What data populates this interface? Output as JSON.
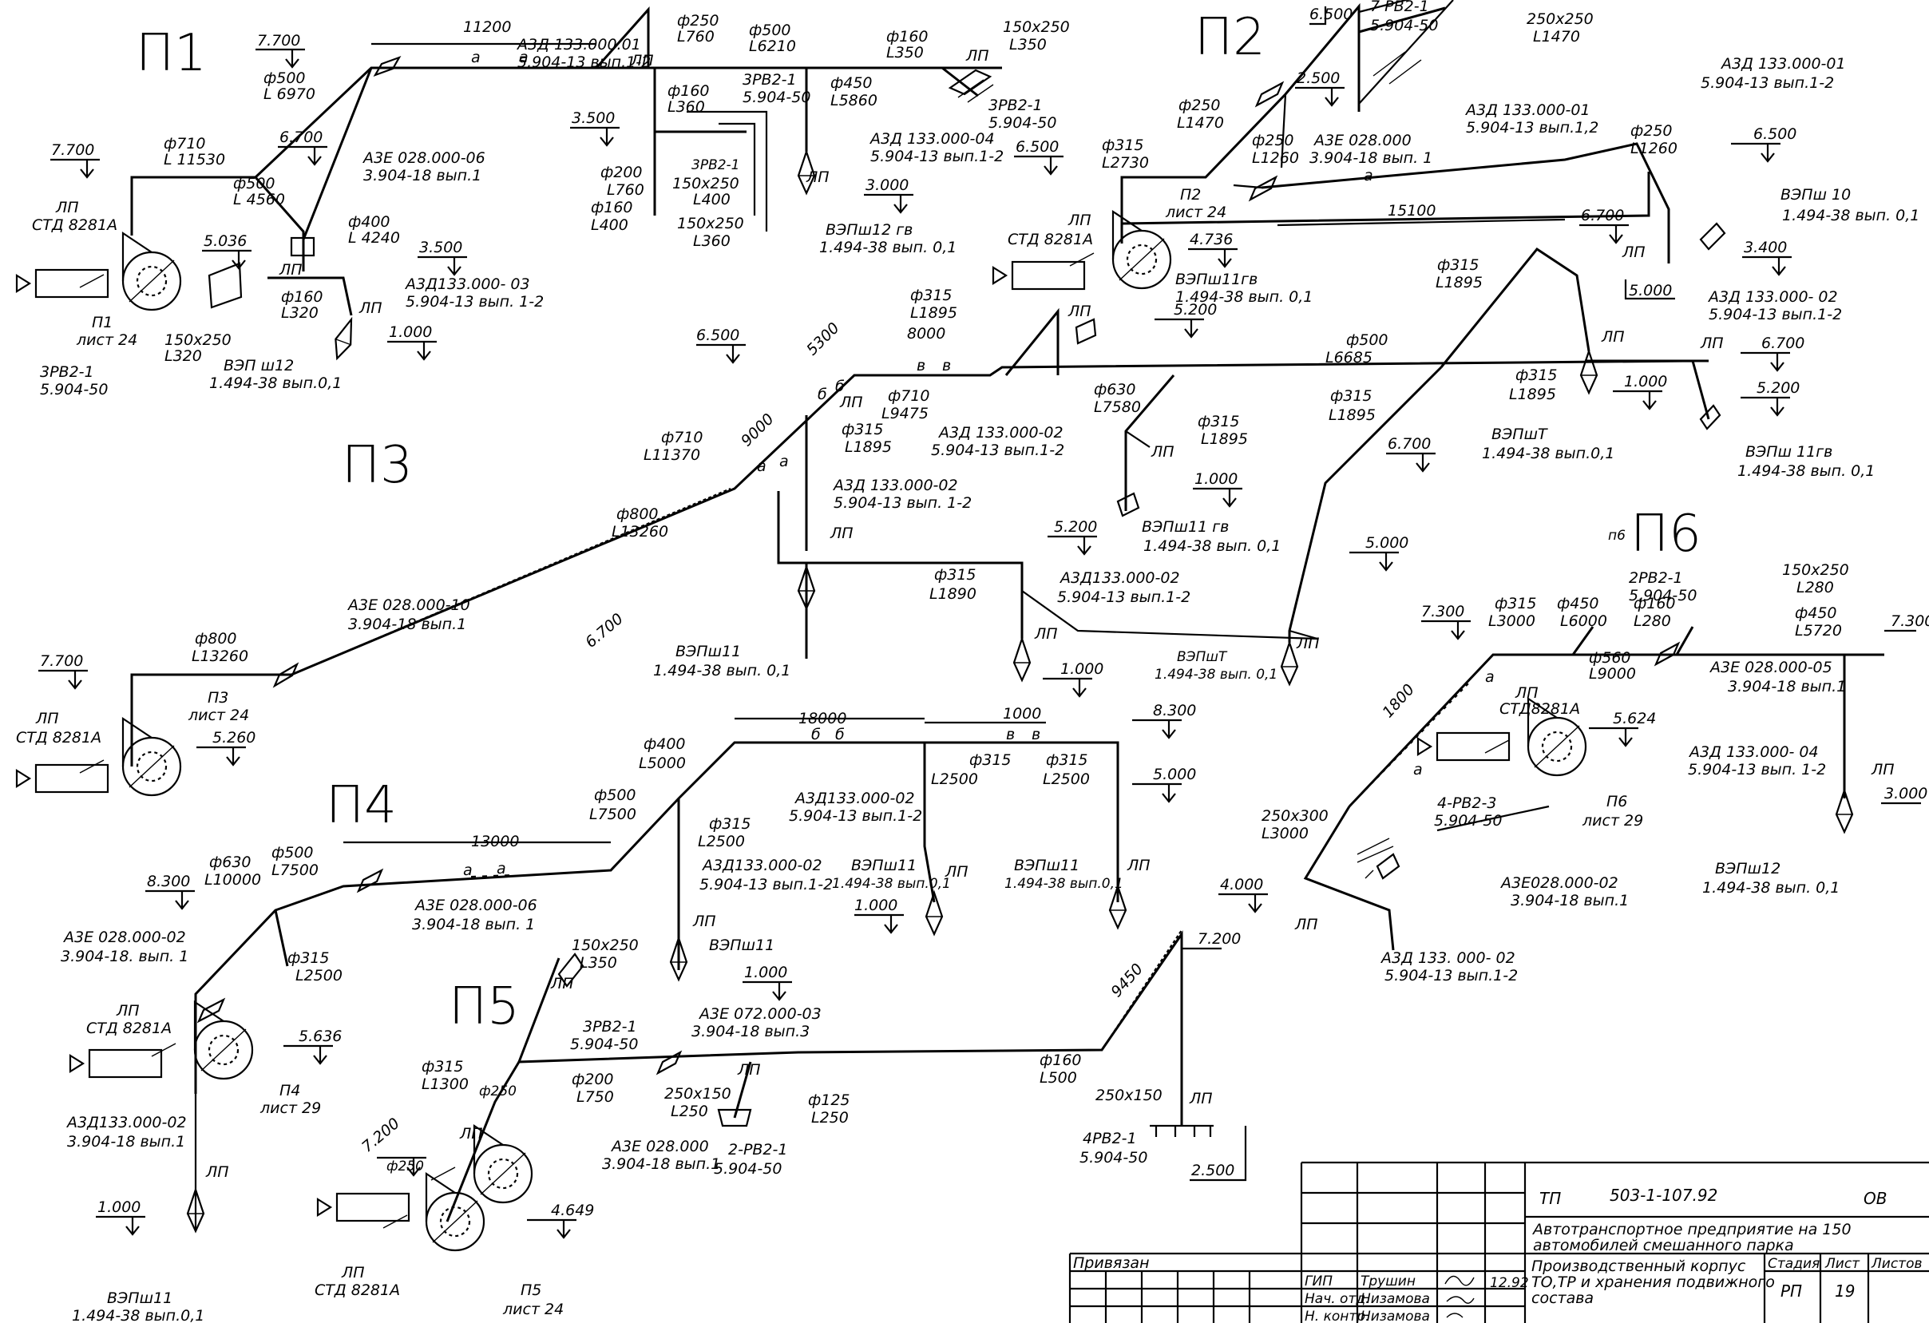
{
  "systems": [
    {
      "id": "p1",
      "label": "П1"
    },
    {
      "id": "p2",
      "label": "П2"
    },
    {
      "id": "p3",
      "label": "П3"
    },
    {
      "id": "p4",
      "label": "П4"
    },
    {
      "id": "p5",
      "label": "П5"
    },
    {
      "id": "p6",
      "label": "П6"
    }
  ],
  "p1": {
    "elev": [
      "7.700",
      "7.700",
      "6.700",
      "3.500",
      "1.000",
      "5.036"
    ],
    "dim_11200": "11200",
    "dim_a": [
      "a",
      "a"
    ],
    "fan_lp": "ЛП",
    "fan_motor": "СТД 8281А",
    "fan_id": "П1",
    "fan_sheet": "лист 24",
    "pipes": [
      {
        "d": "ф710",
        "l": "L 11530"
      },
      {
        "d": "ф500",
        "l": "L 6970"
      },
      {
        "d": "ф500",
        "l": "L 4560"
      },
      {
        "d": "ф400",
        "l": "L 4240"
      },
      {
        "d": "ф160",
        "l": "L320"
      },
      {
        "d": "150х250",
        "l": "L320"
      }
    ],
    "valve": {
      "id": "А3Е 028.000-06",
      "doc": "3.904-18 вып.1"
    },
    "a3d": {
      "id": "А3Д133.000- 03",
      "doc": "5.904-13 вып. 1-2"
    },
    "grille_3rv": {
      "id": "3РВ2-1",
      "doc": "5.904-50"
    },
    "grille_vep": {
      "id": "ВЭП ш12",
      "doc": "1.494-38 вып.0,1"
    },
    "lp": [
      "ЛП",
      "ЛП"
    ]
  },
  "p1b": {
    "pipes": [
      {
        "d": "ф250",
        "l": "L760"
      },
      {
        "d": "ф500",
        "l": "L6210"
      },
      {
        "d": "ф160",
        "l": "L350"
      },
      {
        "d": "150х250",
        "l": "L350"
      },
      {
        "d": "ф160",
        "l": "L360"
      },
      {
        "d": "ф450",
        "l": "L5860"
      },
      {
        "d": "ф200",
        "l": "L760"
      },
      {
        "d": "ф160",
        "l": "L400"
      },
      {
        "d": "150х250",
        "l": "L400"
      },
      {
        "d": "150х250",
        "l": "L360"
      }
    ],
    "a3d1": {
      "id": "А3Д 133.000.01",
      "doc": "5.904-13 вып.1-2"
    },
    "a3d2": {
      "id": "А3Д 133.000-04",
      "doc": "5.904-13 вып.1-2"
    },
    "grille_top": {
      "id": "3РВ2-1",
      "doc": "5.904-50"
    },
    "grille_right": {
      "id": "3РВ2-1",
      "doc": "5.904-50"
    },
    "grille_bottom": "3РВ2-1",
    "vep": {
      "id": "ВЭПш12 гв",
      "doc": "1.494-38 вып. 0,1"
    },
    "elev": [
      "3.500",
      "3.000",
      "6.500"
    ],
    "lp": [
      "ЛП",
      "ЛП",
      "ЛП"
    ]
  },
  "p2": {
    "elev": [
      "6.500",
      "2.500",
      "4.736",
      "5.200",
      "6.700",
      "5.000",
      "3.400",
      "6.500"
    ],
    "grille_top": {
      "id": "7 РВ2-1",
      "doc": "5.904-50"
    },
    "duct_top": {
      "d": "250х250",
      "l": "L1470"
    },
    "a3d_top": {
      "id": "А3Д 133.000-01",
      "doc": "5.904-13 вып.1-2"
    },
    "a3d_mid": {
      "id": "А3Д 133.000-01",
      "doc": "5.904-13 вып.1,2"
    },
    "pipes": [
      {
        "d": "ф250",
        "l": "L1470"
      },
      {
        "d": "ф315",
        "l": "L2730"
      },
      {
        "d": "ф250",
        "l": "L1260"
      },
      {
        "d": "ф250",
        "l": "L1260"
      }
    ],
    "valve": {
      "id": "А3Е 028.000",
      "doc": "3.904-18 вып. 1"
    },
    "dim_15100": "15100",
    "dim_a": "a",
    "fan_lp": "ЛП",
    "fan_motor": "СТД 8281А",
    "fan_id": "П2",
    "fan_sheet": "лист 24",
    "vep_gv": {
      "id": "ВЭПш11гв",
      "doc": "1.494-38 вып. 0,1"
    },
    "vep10": {
      "id": "ВЭПш 10",
      "doc": "1.494-38 вып. 0,1"
    },
    "lp": [
      "ЛП",
      "ЛП"
    ]
  },
  "p3": {
    "elev": [
      "6.500",
      "7.700",
      "5.260",
      "6.700",
      "1.000",
      "5.200",
      "6.700",
      "5.000",
      "6.700",
      "5.200",
      "1.000",
      "1.000"
    ],
    "dims": [
      "5300",
      "8000",
      "9000",
      "б",
      "б",
      "в",
      "в",
      "a",
      "a"
    ],
    "pipes": [
      {
        "d": "ф315",
        "l": "L1895"
      },
      {
        "d": "ф710",
        "l": "L11370"
      },
      {
        "d": "ф710",
        "l": "L9475"
      },
      {
        "d": "ф315",
        "l": "L1895"
      },
      {
        "d": "ф630",
        "l": "L7580"
      },
      {
        "d": "ф315",
        "l": "L1895"
      },
      {
        "d": "ф500",
        "l": "L6685"
      },
      {
        "d": "ф315",
        "l": "L1895"
      },
      {
        "d": "ф315",
        "l": "L1895"
      },
      {
        "d": "ф315",
        "l": "L1895"
      },
      {
        "d": "ф800",
        "l": "L13260"
      },
      {
        "d": "ф800",
        "l": "L13260"
      },
      {
        "d": "ф315",
        "l": "L1890"
      }
    ],
    "a3d_1": {
      "id": "А3Д 133.000-02",
      "doc": "5.904-13 вып.1-2"
    },
    "a3d_2": {
      "id": "А3Д 133.000-02",
      "doc": "5.904-13 вып. 1-2"
    },
    "a3d_3": {
      "id": "А3Д133.000-02",
      "doc": "5.904-13 вып.1-2"
    },
    "a3d_4": {
      "id": "А3Д 133.000- 02",
      "doc": "5.904-13 вып.1-2"
    },
    "valve": {
      "id": "А3Е 028.000-10",
      "doc": "3.904-18 вып.1"
    },
    "vep11": {
      "id": "ВЭПш11",
      "doc": "1.494-38 вып. 0,1"
    },
    "vep11gv": {
      "id": "ВЭПш11 гв",
      "doc": "1.494-38 вып. 0,1"
    },
    "vept1": {
      "id": "ВЭПшТ",
      "doc": "1.494-38 вып.0,1"
    },
    "vept2": {
      "id": "ВЭПшТ",
      "doc": "1.494-38 вып. 0,1"
    },
    "vep11gv2": {
      "id": "ВЭПш 11гв",
      "doc": "1.494-38 вып. 0,1"
    },
    "fan_lp": "ЛП",
    "fan_motor": "СТД 8281А",
    "fan_id": "П3",
    "fan_sheet": "лист 24",
    "lp": [
      "ЛП",
      "ЛП",
      "ЛП",
      "ЛП",
      "ЛП",
      "ЛП",
      "ЛП"
    ]
  },
  "p4": {
    "elev": [
      "8.300",
      "8.300",
      "5.000",
      "1.000",
      "1.000",
      "1.000",
      "5.636"
    ],
    "dims": [
      "13000",
      "18000",
      "1000",
      "a",
      "a",
      "б",
      "б",
      "в",
      "в"
    ],
    "pipes": [
      {
        "d": "ф630",
        "l": "L10000"
      },
      {
        "d": "ф500",
        "l": "L7500"
      },
      {
        "d": "ф500",
        "l": "L7500"
      },
      {
        "d": "ф400",
        "l": "L5000"
      },
      {
        "d": "ф315",
        "l": "L2500"
      },
      {
        "d": "ф315",
        "l": "L2500"
      },
      {
        "d": "ф315",
        "l": "L2500"
      },
      {
        "d": "ф315",
        "l": "L2500"
      }
    ],
    "valve1": {
      "id": "А3Е 028.000-02",
      "doc": "3.904-18. вып. 1"
    },
    "valve2": {
      "id": "А3Е 028.000-06",
      "doc": "3.904-18 вып. 1"
    },
    "a3d_1": {
      "id": "А3Д133.000-02",
      "doc": "5.904-13 вып.1-2"
    },
    "a3d_2": {
      "id": "А3Д133.000-02",
      "doc": "5.904-13 вып.1-2"
    },
    "a3d_3": {
      "id": "А3Д133.000-02",
      "doc": "3.904-18 вып.1"
    },
    "vep11a": {
      "id": "ВЭПш11",
      "doc": "1.494-38 вып.0,1"
    },
    "vep11b": {
      "id": "ВЭПш11",
      "doc": "1.494-38 вып.0,1"
    },
    "vep11c": "ВЭПш11",
    "vep11d": {
      "id": "ВЭПш11",
      "doc": "1.494-38 вып.0,1"
    },
    "fan_lp": "ЛП",
    "fan_motor": "СТД 8281А",
    "fan_id": "П4",
    "fan_sheet": "лист 29",
    "lp": [
      "ЛП",
      "ЛП",
      "ЛП",
      "ЛП"
    ]
  },
  "p5": {
    "elev": [
      "7.200",
      "7.200",
      "2.500",
      "4.649"
    ],
    "dim_9450": "9450",
    "pipes": [
      {
        "d": "150х250",
        "l": "L350"
      },
      {
        "d": "ф315",
        "l": "L1300"
      },
      {
        "d": "ф200",
        "l": "L750"
      },
      {
        "d": "250х150",
        "l": "L250"
      },
      {
        "d": "ф125",
        "l": "L250"
      },
      {
        "d": "ф160",
        "l": "L500"
      },
      {
        "d": "250х150",
        "l": ""
      },
      {
        "d": "ф250",
        "l": ""
      },
      {
        "d": "ф250",
        "l": ""
      }
    ],
    "grille1": {
      "id": "3РВ2-1",
      "doc": "5.904-50"
    },
    "grille2": {
      "id": "2-РВ2-1",
      "doc": "5.904-50"
    },
    "grille3": {
      "id": "4РВ2-1",
      "doc": "5.904-50"
    },
    "valve1": {
      "id": "А3Е 072.000-03",
      "doc": "3.904-18 вып.3"
    },
    "valve2": {
      "id": "А3Е 028.000",
      "doc": "3.904-18 вып.1"
    },
    "fan_lp": "ЛП",
    "fan_motor": "СТД 8281А",
    "fan_id": "П5",
    "fan_sheet": "лист 24",
    "lp": [
      "ЛП",
      "ЛП",
      "ЛП",
      "ЛП"
    ]
  },
  "p6": {
    "prefix": "п6",
    "elev": [
      "7.300",
      "7.300",
      "5.624",
      "4.000",
      "3.000"
    ],
    "dims": [
      "1800",
      "a",
      "a"
    ],
    "pipes": [
      {
        "d": "ф315",
        "l": "L3000"
      },
      {
        "d": "ф450",
        "l": "L6000"
      },
      {
        "d": "ф160",
        "l": "L280"
      },
      {
        "d": "150х250",
        "l": "L280"
      },
      {
        "d": "ф450",
        "l": "L5720"
      },
      {
        "d": "ф560",
        "l": "L9000"
      },
      {
        "d": "250х300",
        "l": "L3000"
      }
    ],
    "grille_top": {
      "id": "2РВ2-1",
      "doc": "5.904-50"
    },
    "grille_bottom": {
      "id": "4-РВ2-3",
      "doc": "5.904-50"
    },
    "valve1": {
      "id": "А3Е 028.000-05",
      "doc": "3.904-18 вып.1"
    },
    "valve2": {
      "id": "А3Е028.000-02",
      "doc": "3.904-18 вып.1"
    },
    "a3d_1": {
      "id": "А3Д 133.000- 04",
      "doc": "5.904-13 вып. 1-2"
    },
    "a3d_2": {
      "id": "А3Д 133. 000- 02",
      "doc": "5.904-13 вып.1-2"
    },
    "vep12": {
      "id": "ВЭПш12",
      "doc": "1.494-38 вып. 0,1"
    },
    "fan_lp": "ЛП",
    "fan_motor": "СТД8281А",
    "fan_id": "П6",
    "fan_sheet": "лист 29",
    "lp": [
      "ЛП",
      "ЛП"
    ]
  },
  "title_block": {
    "doc_code": "ТП",
    "project": "503-1-107.92",
    "section": "ОВ",
    "org": "Автотранспортное предприятие на 150",
    "org2": "автомобилей смешанного парка",
    "building": "Производственный корпус",
    "building2": "ТО,ТР и хранения подвижного",
    "building3": "состава",
    "bound": "Привязан",
    "col_stage": "Стадия",
    "col_sheet": "Лист",
    "col_sheets": "Листов",
    "stage": "РП",
    "sheet": "19",
    "roles": [
      {
        "role": "ГИП",
        "name": "Трушин"
      },
      {
        "role": "Нач. отд.",
        "name": "Низамова"
      },
      {
        "role": "Н. контр.",
        "name": "Низамова"
      }
    ],
    "date": "12.92"
  }
}
